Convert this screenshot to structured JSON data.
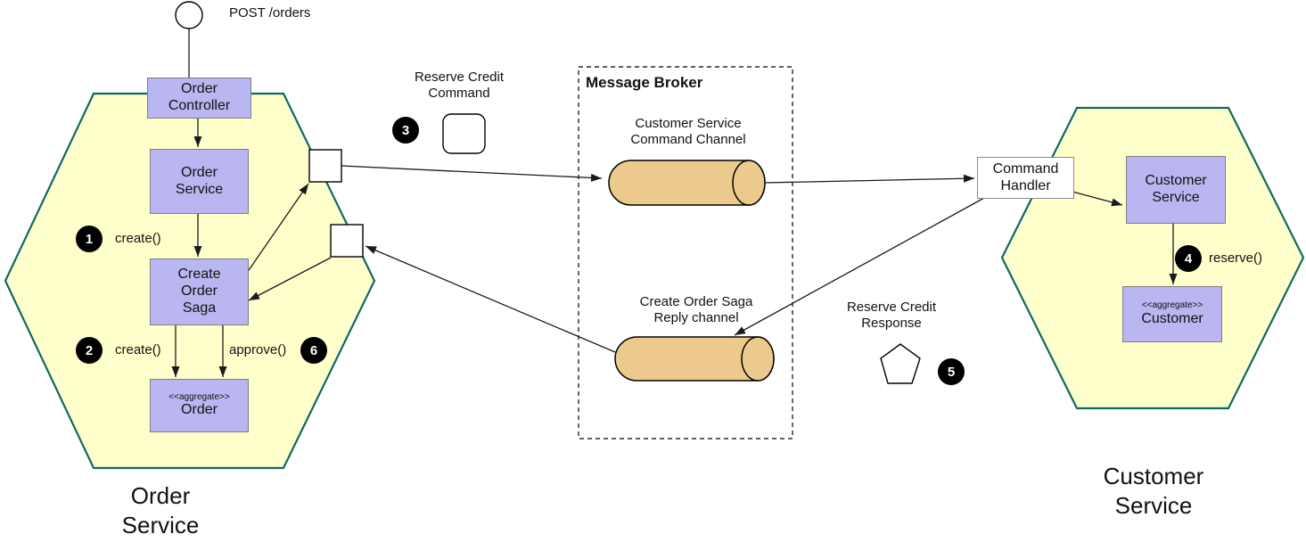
{
  "colors": {
    "hexagon_fill": "#FFFFCC",
    "hexagon_stroke": "#0E6A60",
    "component_fill": "#B9B6F1",
    "channel_fill": "#ECCA8E",
    "badge_background": "#000000",
    "badge_text": "#FFFFFF"
  },
  "actor": {
    "request_label": "POST /orders"
  },
  "order_service": {
    "hexagon_label": "Order\nService",
    "order_controller": "Order\nController",
    "order_service_component": "Order\nService",
    "create_order_saga": "Create\nOrder\nSaga",
    "order_aggregate": {
      "stereotype": "<<aggregate>>",
      "name": "Order"
    },
    "steps": {
      "create_saga": {
        "num": "1",
        "label": "create()"
      },
      "create_order": {
        "num": "2",
        "label": "create()"
      },
      "approve_order": {
        "num": "6",
        "label": "approve()"
      }
    }
  },
  "message_broker": {
    "title": "Message Broker",
    "command_channel_label": "Customer Service\nCommand Channel",
    "reply_channel_label": "Create Order Saga\nReply channel"
  },
  "messages": {
    "reserve_credit_command": {
      "num": "3",
      "label": "Reserve Credit\nCommand"
    },
    "reserve_credit_response": {
      "num": "5",
      "label": "Reserve Credit\nResponse"
    }
  },
  "customer_service": {
    "hexagon_label": "Customer\nService",
    "command_handler": "Command\nHandler",
    "customer_service_component": "Customer\nService",
    "customer_aggregate": {
      "stereotype": "<<aggregate>>",
      "name": "Customer"
    },
    "steps": {
      "reserve_credit": {
        "num": "4",
        "label": "reserve()"
      }
    }
  }
}
